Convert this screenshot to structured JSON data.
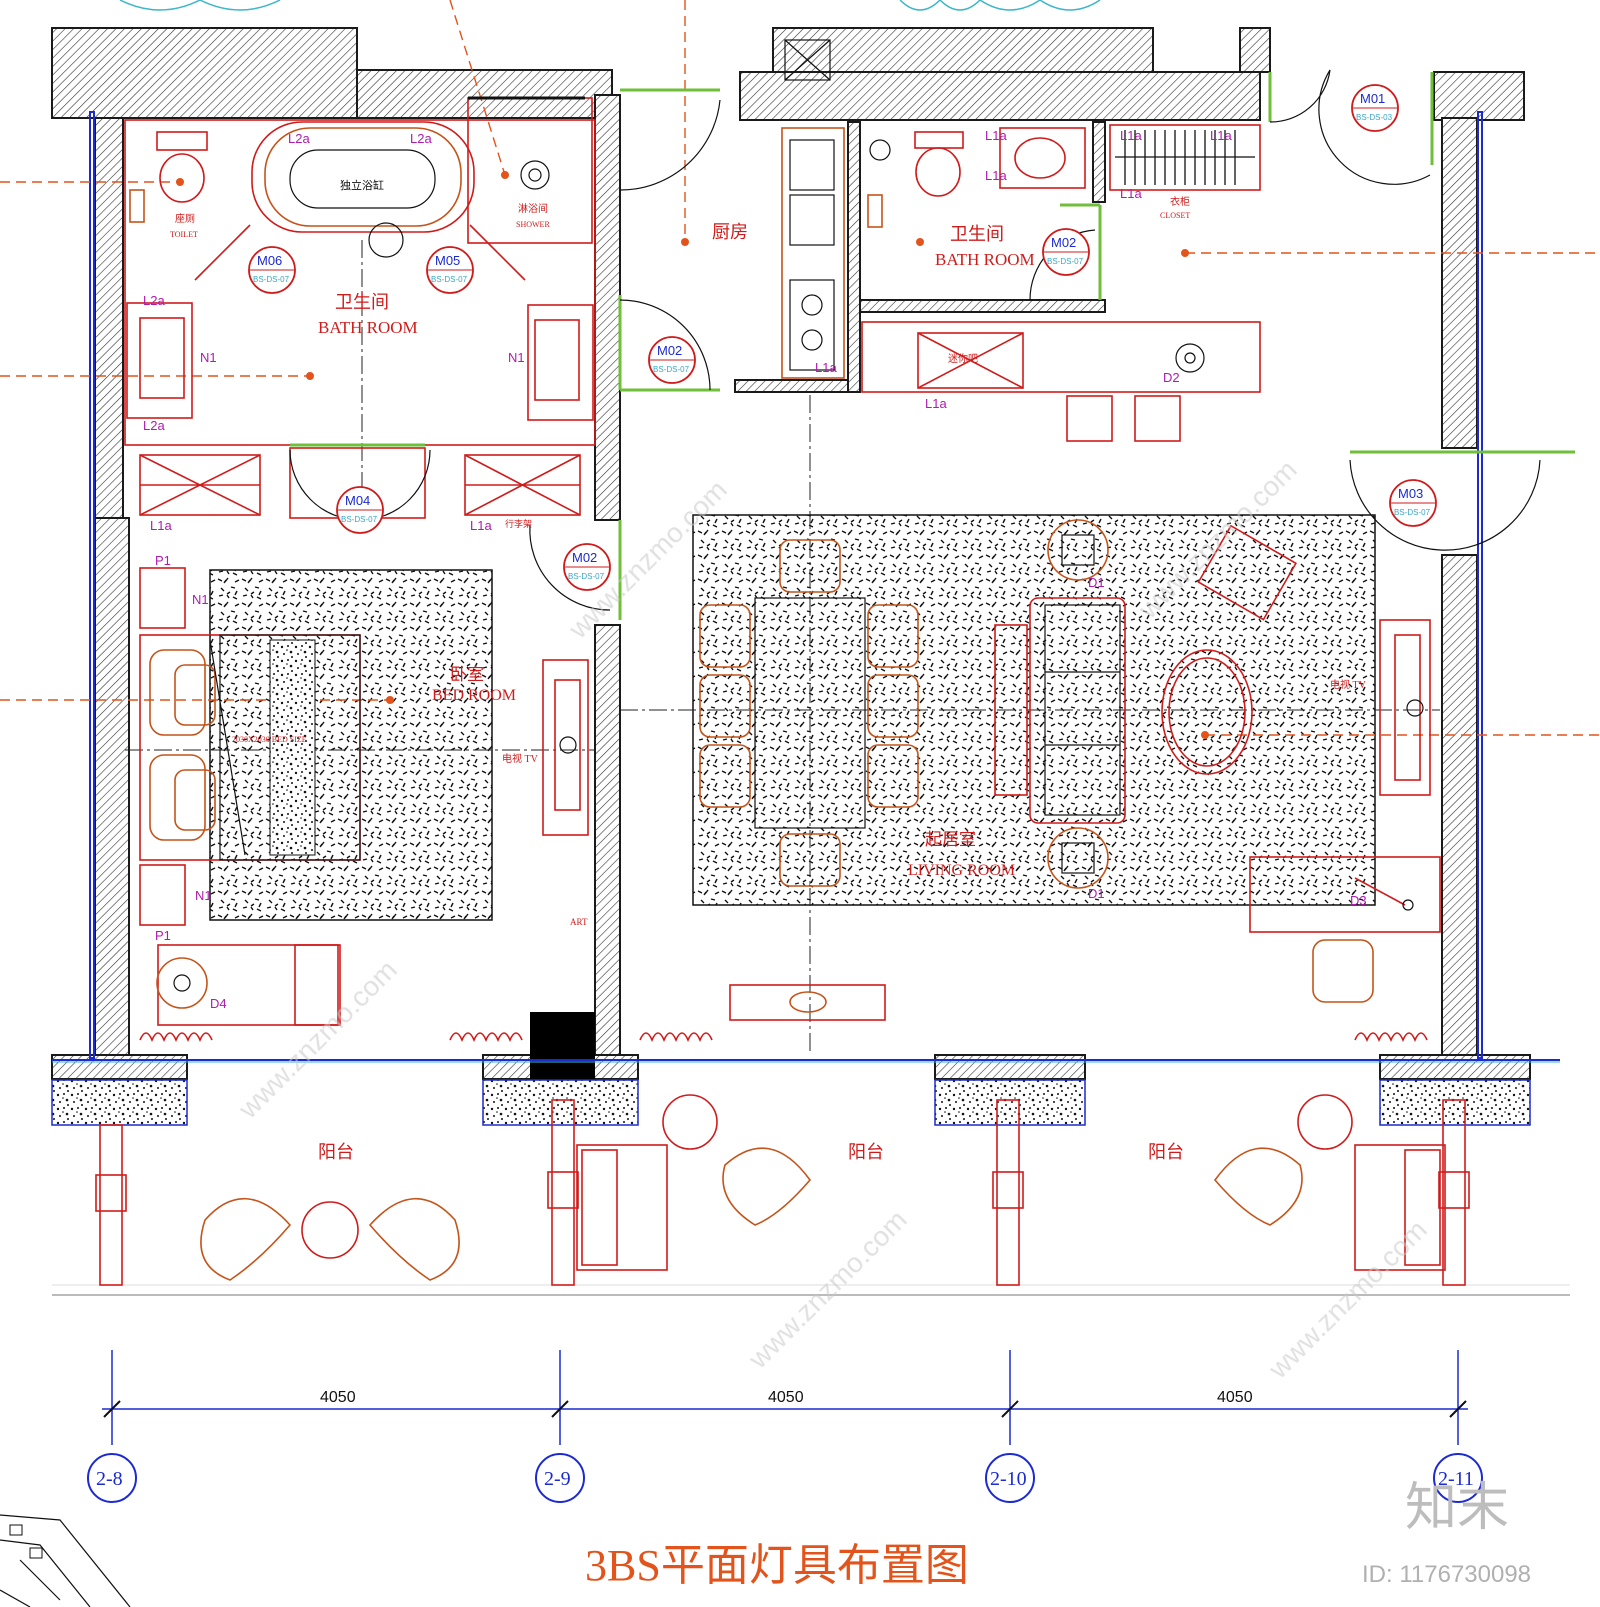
{
  "title": "3BS平面灯具布置图",
  "rooms": {
    "bath_left_cn": "卫生间",
    "bath_left_en": "BATH ROOM",
    "bath_right_cn": "卫生间",
    "bath_right_en": "BATH ROOM",
    "kitchen": "厨房",
    "bedroom_cn": "卧室",
    "bedroom_en": "BED ROOM",
    "living_cn": "起居室",
    "living_en": "LIVING ROOM",
    "balcony_1": "阳台",
    "balcony_2": "阳台",
    "balcony_3": "阳台"
  },
  "fixtures": {
    "toilet_cn": "座厕",
    "toilet_en": "TOILET",
    "bathtub": "独立浴缸",
    "shower_cn": "淋浴间",
    "shower_en": "SHOWER",
    "closet_cn": "衣柜",
    "closet_en": "CLOSET",
    "luggage": "行李架",
    "minibar": "迷你吧",
    "tv_bed": "电视 TV",
    "tv_living": "电视 TV",
    "bed_size": "2030X2030 BED SIZE",
    "art": "ART"
  },
  "doors": [
    {
      "code": "M06",
      "ref": "BS-DS-07"
    },
    {
      "code": "M05",
      "ref": "BS-DS-07"
    },
    {
      "code": "M02",
      "ref": "BS-DS-07"
    },
    {
      "code": "M04",
      "ref": "BS-DS-07"
    },
    {
      "code": "M02",
      "ref": "BS-DS-07"
    },
    {
      "code": "M01",
      "ref": "BS-DS-03"
    },
    {
      "code": "M02",
      "ref": "BS-DS-07"
    },
    {
      "code": "M03",
      "ref": "BS-DS-07"
    }
  ],
  "light_tags": {
    "l2a": "L2a",
    "l1a": "L1a",
    "n1": "N1",
    "p1": "P1",
    "d1": "D1",
    "d2": "D2",
    "d3": "D3",
    "d4": "D4"
  },
  "dimensions": [
    "4050",
    "4050",
    "4050"
  ],
  "axes": [
    "2-8",
    "2-9",
    "2-10",
    "2-11"
  ],
  "watermark": {
    "site": "www.znzmo.com",
    "brand": "知末",
    "id": "ID: 1176730098"
  }
}
